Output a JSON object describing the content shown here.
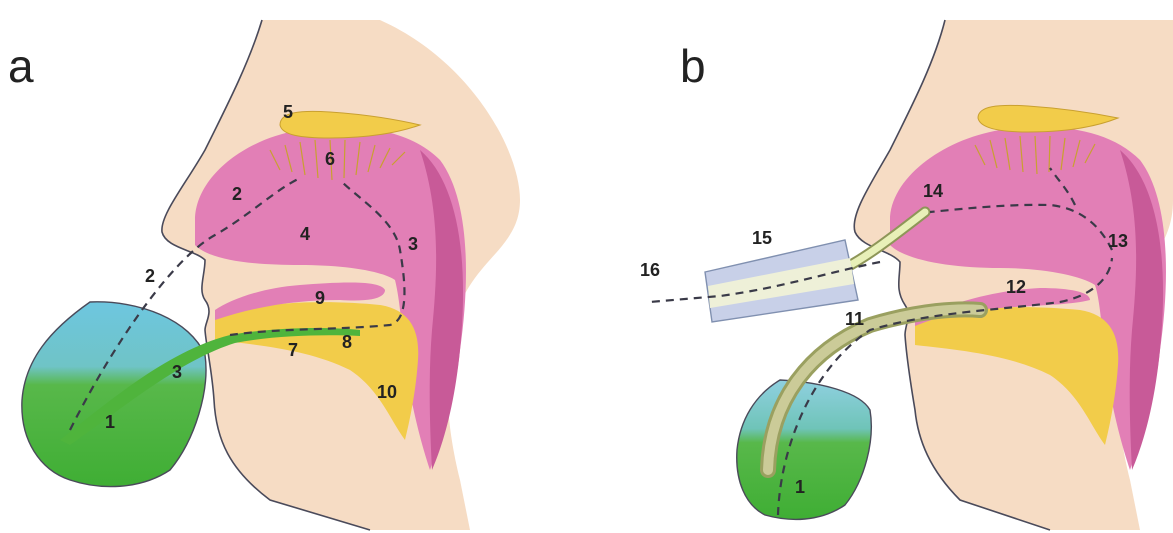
{
  "panels": [
    {
      "letter": "a"
    },
    {
      "letter": "b"
    }
  ],
  "labels_a": [
    "1",
    "2",
    "2",
    "3",
    "3",
    "4",
    "5",
    "6",
    "7",
    "8",
    "9",
    "10"
  ],
  "labels_b": [
    "1",
    "11",
    "12",
    "13",
    "14",
    "15",
    "16"
  ],
  "colors": {
    "skin": "#f6dcc4",
    "cavity": "#e27fb6",
    "cavity_dark": "#c85a98",
    "epithelium": "#f2cc4a",
    "liquid": "#4fb43c",
    "glass_top": "#6ec6e0",
    "tube": "#cbcb98",
    "straw": "#e8f0b8",
    "pipe": "#c8d0e8"
  }
}
